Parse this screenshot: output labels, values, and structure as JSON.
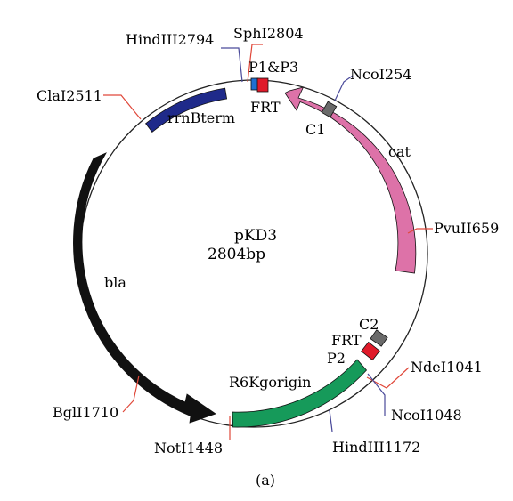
{
  "plasmid": {
    "name": "pKD3",
    "size": "2804bp"
  },
  "features": {
    "rrnB": "rrnBterm",
    "cat": "cat",
    "bla": "bla",
    "origin": "R6Kgorigin",
    "p1p3": "P1&P3",
    "frt_top": "FRT",
    "c1": "C1",
    "c2": "C2",
    "frt_bottom": "FRT",
    "p2": "P2"
  },
  "sites": {
    "hind2794": "HindIII2794",
    "sph2804": "SphI2804",
    "nco254": "NcoI254",
    "cla2511": "ClaI2511",
    "pvu659": "PvuII659",
    "bgl1710": "BglI1710",
    "nde1041": "NdeI1041",
    "nco1048": "NcoI1048",
    "hind1172": "HindIII1172",
    "not1448": "NotI1448"
  },
  "panel_label": "(a)",
  "colors": {
    "rrnB": "#1f2a8a",
    "cat": "#dd72a8",
    "bla": "#111111",
    "origin": "#169a5a",
    "frt": "#e01a2a",
    "promoter": "#1f6fd1",
    "c_box": "#6a6a6a",
    "red_line": "#e0483a",
    "blue_line": "#4a4a9a"
  }
}
